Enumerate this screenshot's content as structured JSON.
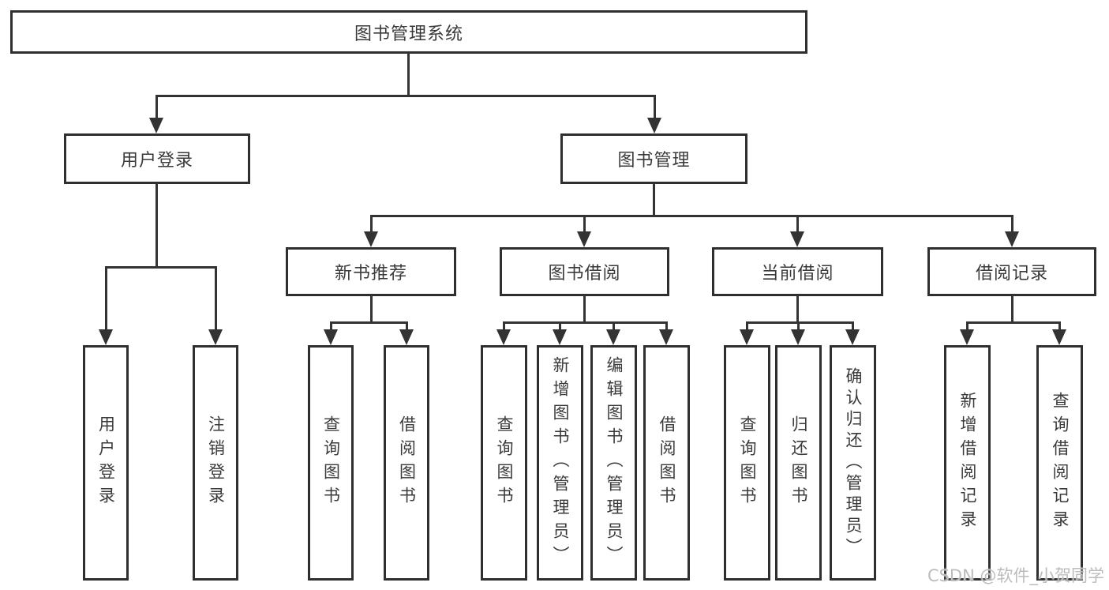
{
  "nodes": {
    "root": "图书管理系统",
    "level2": [
      "用户登录",
      "图书管理"
    ],
    "level3": [
      "新书推荐",
      "图书借阅",
      "当前借阅",
      "借阅记录"
    ],
    "leaves_login": [
      "用户登录",
      "注销登录"
    ],
    "leaves_recommend": [
      "查询图书",
      "借阅图书"
    ],
    "leaves_borrow": [
      "查询图书",
      "新增图书（管理员）",
      "编辑图书（管理员）",
      "借阅图书"
    ],
    "leaves_current": [
      "查询图书",
      "归还图书",
      "确认归还（管理员）"
    ],
    "leaves_record": [
      "新增借阅记录",
      "查询借阅记录"
    ]
  },
  "watermark": "CSDN @软件_小贺同学",
  "colors": {
    "line": "#333333",
    "border": "#2f2f2f",
    "text": "#3a3a3a",
    "watermark": "#bcbcbc",
    "background": "#ffffff"
  }
}
